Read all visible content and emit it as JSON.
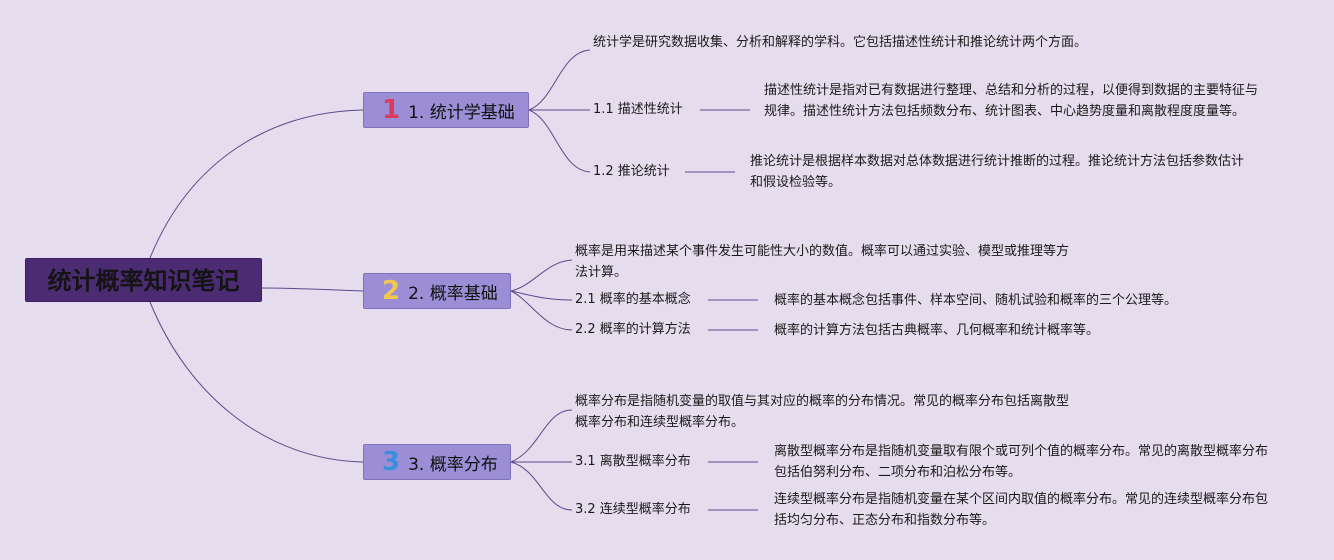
{
  "root": {
    "title": "统计概率知识笔记"
  },
  "branches": [
    {
      "number": "1",
      "title": "1. 统计学基础",
      "intro": "统计学是研究数据收集、分析和解释的学科。它包括描述性统计和推论统计两个方面。",
      "subs": [
        {
          "title": "1.1 描述性统计",
          "desc": "描述性统计是指对已有数据进行整理、总结和分析的过程，以便得到数据的主要特征与规律。描述性统计方法包括频数分布、统计图表、中心趋势度量和离散程度度量等。"
        },
        {
          "title": "1.2 推论统计",
          "desc": "推论统计是根据样本数据对总体数据进行统计推断的过程。推论统计方法包括参数估计和假设检验等。"
        }
      ]
    },
    {
      "number": "2",
      "title": "2. 概率基础",
      "intro": "概率是用来描述某个事件发生可能性大小的数值。概率可以通过实验、模型或推理等方法计算。",
      "subs": [
        {
          "title": "2.1 概率的基本概念",
          "desc": "概率的基本概念包括事件、样本空间、随机试验和概率的三个公理等。"
        },
        {
          "title": "2.2 概率的计算方法",
          "desc": "概率的计算方法包括古典概率、几何概率和统计概率等。"
        }
      ]
    },
    {
      "number": "3",
      "title": "3. 概率分布",
      "intro": "概率分布是指随机变量的取值与其对应的概率的分布情况。常见的概率分布包括离散型概率分布和连续型概率分布。",
      "subs": [
        {
          "title": "3.1 离散型概率分布",
          "desc": "离散型概率分布是指随机变量取有限个或可列个值的概率分布。常见的离散型概率分布包括伯努利分布、二项分布和泊松分布等。"
        },
        {
          "title": "3.2 连续型概率分布",
          "desc": "连续型概率分布是指随机变量在某个区间内取值的概率分布。常见的连续型概率分布包括均匀分布、正态分布和指数分布等。"
        }
      ]
    }
  ],
  "colors": {
    "background": "#e5dcee",
    "root": "#4b2c73",
    "branch": "#9b8ed6",
    "line": "#5b4a8a"
  }
}
